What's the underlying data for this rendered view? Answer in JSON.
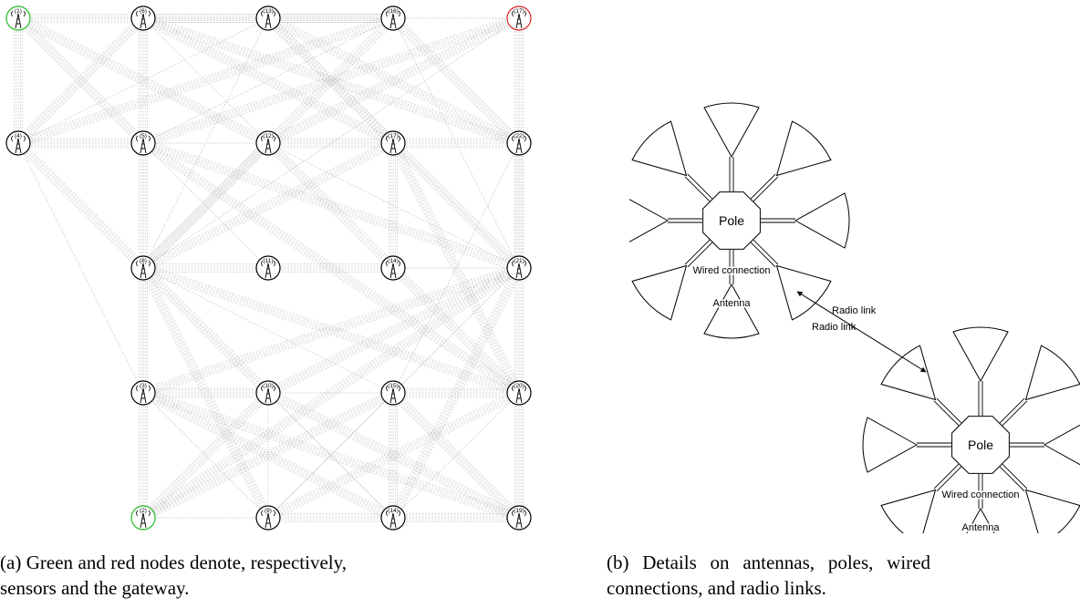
{
  "figure_a": {
    "caption": "(a) Green and red nodes denote, respectively, sensors and the gateway.",
    "colors": {
      "sensor": "#22bb22",
      "gateway": "#dd2222",
      "node": "#000000",
      "link": "#c8c8c8"
    },
    "nodes": [
      {
        "label": "(1)",
        "col": 0,
        "row": 0,
        "role": "sensor"
      },
      {
        "label": "(6)",
        "col": 1,
        "row": 0,
        "role": "node"
      },
      {
        "label": "(13)",
        "col": 2,
        "row": 0,
        "role": "node"
      },
      {
        "label": "(16)",
        "col": 3,
        "row": 0,
        "role": "node"
      },
      {
        "label": "(17)",
        "col": 4,
        "row": 0,
        "role": "gateway"
      },
      {
        "label": "(4)",
        "col": 0,
        "row": 1,
        "role": "node"
      },
      {
        "label": "(5)",
        "col": 1,
        "row": 1,
        "role": "node"
      },
      {
        "label": "(12)",
        "col": 2,
        "row": 1,
        "role": "node"
      },
      {
        "label": "(17)",
        "col": 3,
        "row": 1,
        "role": "node"
      },
      {
        "label": "(22)",
        "col": 4,
        "row": 1,
        "role": "node"
      },
      {
        "label": "(8)",
        "col": 1,
        "row": 2,
        "role": "node"
      },
      {
        "label": "(11)",
        "col": 2,
        "row": 2,
        "role": "node"
      },
      {
        "label": "(14)",
        "col": 3,
        "row": 2,
        "role": "node"
      },
      {
        "label": "(21)",
        "col": 4,
        "row": 2,
        "role": "node"
      },
      {
        "label": "(3)",
        "col": 1,
        "row": 3,
        "role": "node"
      },
      {
        "label": "(10)",
        "col": 2,
        "row": 3,
        "role": "node"
      },
      {
        "label": "(15)",
        "col": 3,
        "row": 3,
        "role": "node"
      },
      {
        "label": "(20)",
        "col": 4,
        "row": 3,
        "role": "node"
      },
      {
        "label": "(2)",
        "col": 1,
        "row": 4,
        "role": "sensor"
      },
      {
        "label": "(9)",
        "col": 2,
        "row": 4,
        "role": "node"
      },
      {
        "label": "(14)",
        "col": 3,
        "row": 4,
        "role": "node"
      },
      {
        "label": "(19)",
        "col": 4,
        "row": 4,
        "role": "node"
      }
    ],
    "links": [
      [
        0,
        1
      ],
      [
        1,
        2
      ],
      [
        2,
        3
      ],
      [
        3,
        4
      ],
      [
        0,
        5
      ],
      [
        5,
        6
      ],
      [
        6,
        7
      ],
      [
        7,
        8
      ],
      [
        8,
        9
      ],
      [
        4,
        9
      ],
      [
        0,
        6
      ],
      [
        0,
        7
      ],
      [
        0,
        2
      ],
      [
        0,
        3
      ],
      [
        1,
        5
      ],
      [
        1,
        7
      ],
      [
        1,
        8
      ],
      [
        1,
        9
      ],
      [
        2,
        5
      ],
      [
        2,
        8
      ],
      [
        2,
        9
      ],
      [
        2,
        10
      ],
      [
        2,
        13
      ],
      [
        3,
        5
      ],
      [
        3,
        6
      ],
      [
        3,
        9
      ],
      [
        3,
        10
      ],
      [
        3,
        13
      ],
      [
        4,
        6
      ],
      [
        4,
        7
      ],
      [
        4,
        10
      ],
      [
        4,
        13
      ],
      [
        5,
        10
      ],
      [
        5,
        14
      ],
      [
        6,
        10
      ],
      [
        6,
        13
      ],
      [
        6,
        14
      ],
      [
        6,
        17
      ],
      [
        7,
        10
      ],
      [
        7,
        13
      ],
      [
        7,
        17
      ],
      [
        8,
        10
      ],
      [
        8,
        13
      ],
      [
        8,
        17
      ],
      [
        9,
        13
      ],
      [
        9,
        16
      ],
      [
        10,
        11
      ],
      [
        11,
        12
      ],
      [
        12,
        13
      ],
      [
        10,
        14
      ],
      [
        10,
        15
      ],
      [
        10,
        16
      ],
      [
        10,
        17
      ],
      [
        10,
        19
      ],
      [
        10,
        20
      ],
      [
        13,
        14
      ],
      [
        13,
        15
      ],
      [
        13,
        16
      ],
      [
        13,
        17
      ],
      [
        13,
        18
      ],
      [
        13,
        19
      ],
      [
        13,
        20
      ],
      [
        14,
        15
      ],
      [
        15,
        16
      ],
      [
        16,
        17
      ],
      [
        14,
        18
      ],
      [
        15,
        19
      ],
      [
        16,
        20
      ],
      [
        17,
        21
      ],
      [
        18,
        19
      ],
      [
        19,
        20
      ],
      [
        20,
        21
      ],
      [
        14,
        19
      ],
      [
        14,
        20
      ],
      [
        15,
        18
      ],
      [
        15,
        20
      ],
      [
        15,
        21
      ],
      [
        16,
        18
      ],
      [
        16,
        19
      ],
      [
        16,
        21
      ],
      [
        17,
        19
      ],
      [
        17,
        20
      ],
      [
        14,
        21
      ],
      [
        1,
        6
      ],
      [
        6,
        11
      ],
      [
        8,
        12
      ]
    ]
  },
  "figure_b": {
    "caption": "(b) Details on antennas, poles, wired connections, and radio links.",
    "pole_label": "Pole",
    "wired_label": "Wired connection",
    "antenna_label": "Antenna",
    "radio_label_upper": "Radio link",
    "radio_label_lower": "Radio link",
    "antenna_angles": [
      0,
      45,
      90,
      135,
      180,
      225,
      270,
      315
    ]
  }
}
